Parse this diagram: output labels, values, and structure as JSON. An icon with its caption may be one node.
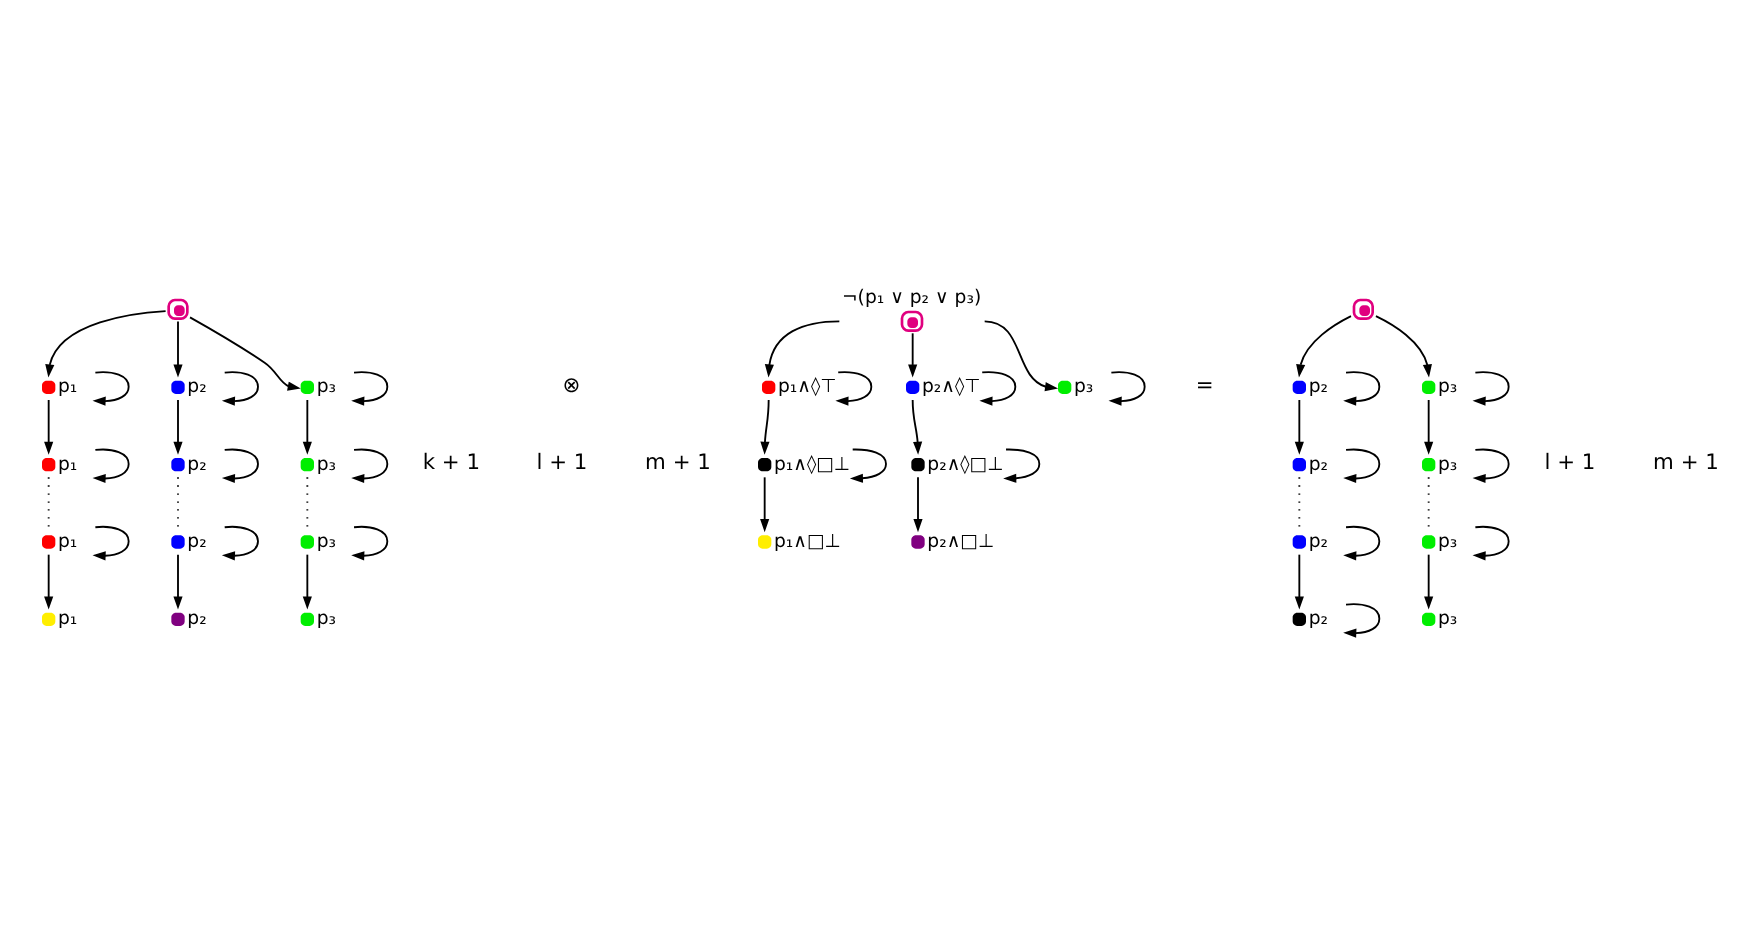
{
  "diagram": {
    "nodes": [
      {
        "text": [],
        "shape": "circle"
      },
      {
        "text": [],
        "shape": "circle",
        "beside": [
          "p₁"
        ]
      },
      {
        "text": [],
        "shape": "circle",
        "beside": [
          "p₁"
        ]
      },
      {
        "text": [],
        "shape": "circle",
        "beside": [
          "p₁"
        ]
      },
      {
        "text": [],
        "shape": "circle",
        "beside": [
          "p₁"
        ]
      },
      {
        "text": [],
        "shape": "circle",
        "beside": [
          "p₂"
        ]
      },
      {
        "text": [],
        "shape": "circle",
        "beside": [
          "p₂"
        ]
      },
      {
        "text": [],
        "shape": "circle",
        "beside": [
          "p₂"
        ]
      },
      {
        "text": [],
        "shape": "circle",
        "beside": [
          "p₂"
        ]
      },
      {
        "text": [],
        "shape": "circle",
        "beside": [
          "p₃"
        ]
      },
      {
        "text": [],
        "shape": "circle",
        "beside": [
          "p₃"
        ]
      },
      {
        "text": [],
        "shape": "circle",
        "beside": [
          "p₃"
        ]
      },
      {
        "text": [],
        "shape": "circle",
        "beside": [
          "p₃"
        ]
      },
      {
        "text": [],
        "shape": "circle",
        "beside": [
          "¬(p₁ ∨ p₂ ∨ p₃)"
        ]
      },
      {
        "text": [],
        "shape": "circle",
        "beside": [
          "p₁∧◊⊤"
        ]
      },
      {
        "text": [],
        "shape": "circle",
        "beside": [
          "p₁∧◊□⊥"
        ]
      },
      {
        "text": [],
        "shape": "circle",
        "beside": [
          "p₁∧□⊥"
        ]
      },
      {
        "text": [],
        "shape": "circle",
        "beside": [
          "p₂∧◊⊤"
        ]
      },
      {
        "text": [],
        "shape": "circle",
        "beside": [
          "p₂∧◊□⊥"
        ]
      },
      {
        "text": [],
        "shape": "circle",
        "beside": [
          "p₂∧□⊥"
        ]
      },
      {
        "text": [],
        "shape": "circle",
        "beside": [
          "p₃"
        ]
      },
      {
        "text": [],
        "shape": "circle"
      },
      {
        "text": [],
        "shape": "circle",
        "beside": [
          "p₂"
        ]
      },
      {
        "text": [],
        "shape": "circle",
        "beside": [
          "p₂"
        ]
      },
      {
        "text": [],
        "shape": "circle",
        "beside": [
          "p₂"
        ]
      },
      {
        "text": [],
        "shape": "circle",
        "beside": [
          "p₂"
        ]
      },
      {
        "text": [],
        "shape": "circle",
        "beside": [
          "p₃"
        ]
      },
      {
        "text": [],
        "shape": "circle",
        "beside": [
          "p₃"
        ]
      },
      {
        "text": [],
        "shape": "circle",
        "beside": [
          "p₃"
        ]
      },
      {
        "text": [],
        "shape": "circle",
        "beside": [
          "p₃"
        ]
      }
    ],
    "edges": [
      {
        "from": 0,
        "to": 1,
        "arrow": "to"
      },
      {
        "from": 1,
        "to": 1,
        "arrow": "to"
      },
      {
        "from": 1,
        "to": 2,
        "arrow": "to"
      },
      {
        "from": 2,
        "to": 2,
        "arrow": "to"
      },
      {
        "from": 2,
        "to": 3,
        "arrow": "none",
        "style": "dashed"
      },
      {
        "from": 3,
        "to": 3,
        "arrow": "to"
      },
      {
        "from": 3,
        "to": 4,
        "arrow": "to"
      },
      {
        "from": 0,
        "to": 5,
        "arrow": "to"
      },
      {
        "from": 5,
        "to": 5,
        "arrow": "to"
      },
      {
        "from": 5,
        "to": 6,
        "arrow": "to"
      },
      {
        "from": 6,
        "to": 6,
        "arrow": "to"
      },
      {
        "from": 6,
        "to": 7,
        "arrow": "none",
        "style": "dashed"
      },
      {
        "from": 7,
        "to": 7,
        "arrow": "to"
      },
      {
        "from": 7,
        "to": 8,
        "arrow": "to"
      },
      {
        "from": 0,
        "to": 9,
        "arrow": "to"
      },
      {
        "from": 9,
        "to": 9,
        "arrow": "to"
      },
      {
        "from": 9,
        "to": 10,
        "arrow": "to"
      },
      {
        "from": 10,
        "to": 10,
        "arrow": "to"
      },
      {
        "from": 10,
        "to": 11,
        "arrow": "none",
        "style": "dashed"
      },
      {
        "from": 11,
        "to": 11,
        "arrow": "to"
      },
      {
        "from": 11,
        "to": 12,
        "arrow": "to"
      },
      {
        "from": 13,
        "to": 14,
        "arrow": "to"
      },
      {
        "from": 14,
        "to": 14,
        "arrow": "to"
      },
      {
        "from": 14,
        "to": 15,
        "arrow": "to"
      },
      {
        "from": 15,
        "to": 15,
        "arrow": "to"
      },
      {
        "from": 15,
        "to": 16,
        "arrow": "to"
      },
      {
        "from": 13,
        "to": 17,
        "arrow": "to"
      },
      {
        "from": 17,
        "to": 17,
        "arrow": "to"
      },
      {
        "from": 17,
        "to": 18,
        "arrow": "to"
      },
      {
        "from": 18,
        "to": 18,
        "arrow": "to"
      },
      {
        "from": 18,
        "to": 19,
        "arrow": "to"
      },
      {
        "from": 13,
        "to": 20,
        "arrow": "to"
      },
      {
        "from": 20,
        "to": 20,
        "arrow": "to"
      },
      {
        "from": 21,
        "to": 22,
        "arrow": "to"
      },
      {
        "from": 22,
        "to": 22,
        "arrow": "to"
      },
      {
        "from": 22,
        "to": 23,
        "arrow": "to"
      },
      {
        "from": 23,
        "to": 23,
        "arrow": "to"
      },
      {
        "from": 23,
        "to": 24,
        "arrow": "none",
        "style": "dashed"
      },
      {
        "from": 24,
        "to": 24,
        "arrow": "to"
      },
      {
        "from": 24,
        "to": 25,
        "arrow": "to"
      },
      {
        "from": 25,
        "to": 25,
        "arrow": "to"
      },
      {
        "from": 21,
        "to": 26,
        "arrow": "to"
      },
      {
        "from": 26,
        "to": 26,
        "arrow": "to"
      },
      {
        "from": 26,
        "to": 27,
        "arrow": "to"
      },
      {
        "from": 27,
        "to": 27,
        "arrow": "to"
      },
      {
        "from": 27,
        "to": 28,
        "arrow": "none",
        "style": "dashed"
      },
      {
        "from": 28,
        "to": 28,
        "arrow": "to"
      },
      {
        "from": 28,
        "to": 29,
        "arrow": "to"
      }
    ],
    "labels": [
      "k + 1",
      "l + 1",
      "m + 1",
      "⊗",
      "=",
      "l + 1",
      "m + 1"
    ]
  }
}
